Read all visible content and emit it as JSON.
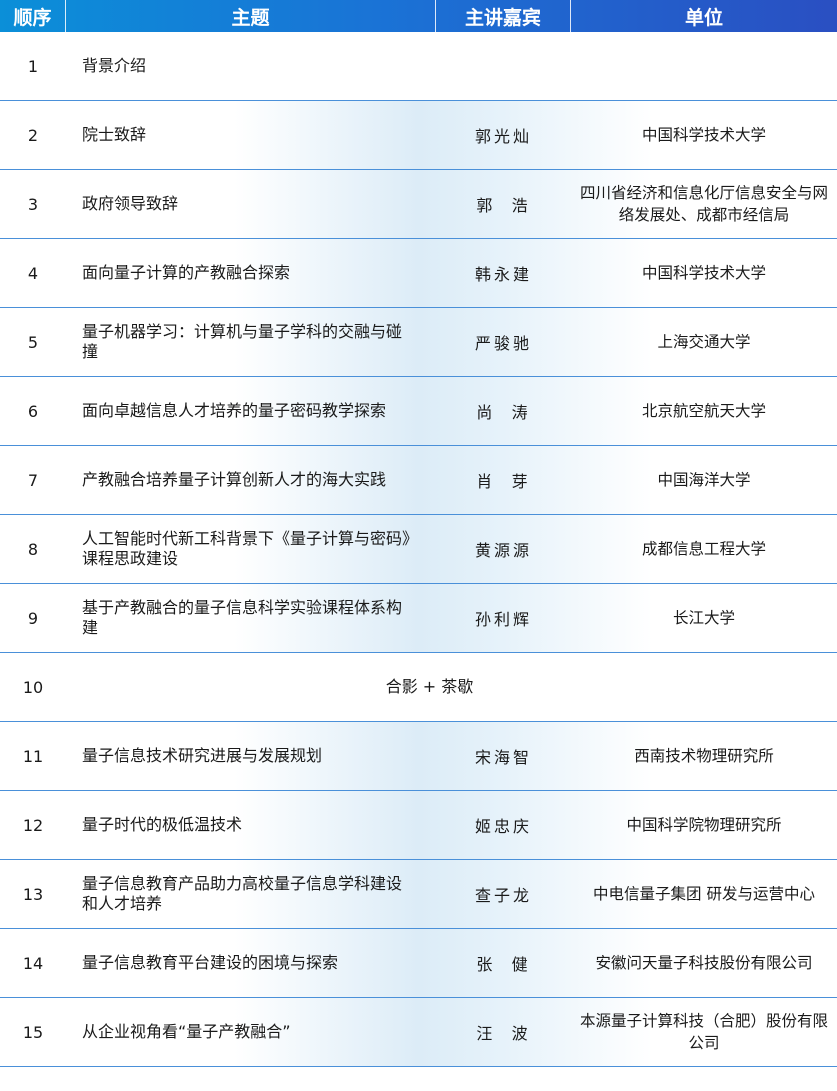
{
  "header": {
    "no": "顺序",
    "topic": "主题",
    "speaker": "主讲嘉宾",
    "unit": "单位"
  },
  "rows": [
    {
      "no": "1",
      "topic": "背景介绍",
      "speaker": "",
      "unit": ""
    },
    {
      "no": "2",
      "topic": "院士致辞",
      "speaker": "郭光灿",
      "unit": "中国科学技术大学"
    },
    {
      "no": "3",
      "topic": "政府领导致辞",
      "speaker": "郭  浩",
      "unit": "四川省经济和信息化厅信息安全与网络发展处、成都市经信局"
    },
    {
      "no": "4",
      "topic": "面向量子计算的产教融合探索",
      "speaker": "韩永建",
      "unit": "中国科学技术大学"
    },
    {
      "no": "5",
      "topic": "量子机器学习：计算机与量子学科的交融与碰撞",
      "speaker": "严骏驰",
      "unit": "上海交通大学"
    },
    {
      "no": "6",
      "topic": "面向卓越信息人才培养的量子密码教学探索",
      "speaker": "尚  涛",
      "unit": "北京航空航天大学"
    },
    {
      "no": "7",
      "topic": "产教融合培养量子计算创新人才的海大实践",
      "speaker": "肖  芽",
      "unit": "中国海洋大学"
    },
    {
      "no": "8",
      "topic": "人工智能时代新工科背景下《量子计算与密码》课程思政建设",
      "speaker": "黄源源",
      "unit": "成都信息工程大学"
    },
    {
      "no": "9",
      "topic": "基于产教融合的量子信息科学实验课程体系构建",
      "speaker": "孙利辉",
      "unit": "长江大学"
    },
    {
      "no": "10",
      "topic": "合影 + 茶歇",
      "speaker": "",
      "unit": "",
      "span": true
    },
    {
      "no": "11",
      "topic": "量子信息技术研究进展与发展规划",
      "speaker": "宋海智",
      "unit": "西南技术物理研究所"
    },
    {
      "no": "12",
      "topic": "量子时代的极低温技术",
      "speaker": "姬忠庆",
      "unit": "中国科学院物理研究所"
    },
    {
      "no": "13",
      "topic": "量子信息教育产品助力高校量子信息学科建设和人才培养",
      "speaker": "查子龙",
      "unit": "中电信量子集团 研发与运营中心"
    },
    {
      "no": "14",
      "topic": "量子信息教育平台建设的困境与探索",
      "speaker": "张  健",
      "unit": "安徽问天量子科技股份有限公司"
    },
    {
      "no": "15",
      "topic": "从企业视角看“量子产教融合”",
      "speaker": "汪  波",
      "unit": "本源量子计算科技（合肥）股份有限公司"
    }
  ]
}
